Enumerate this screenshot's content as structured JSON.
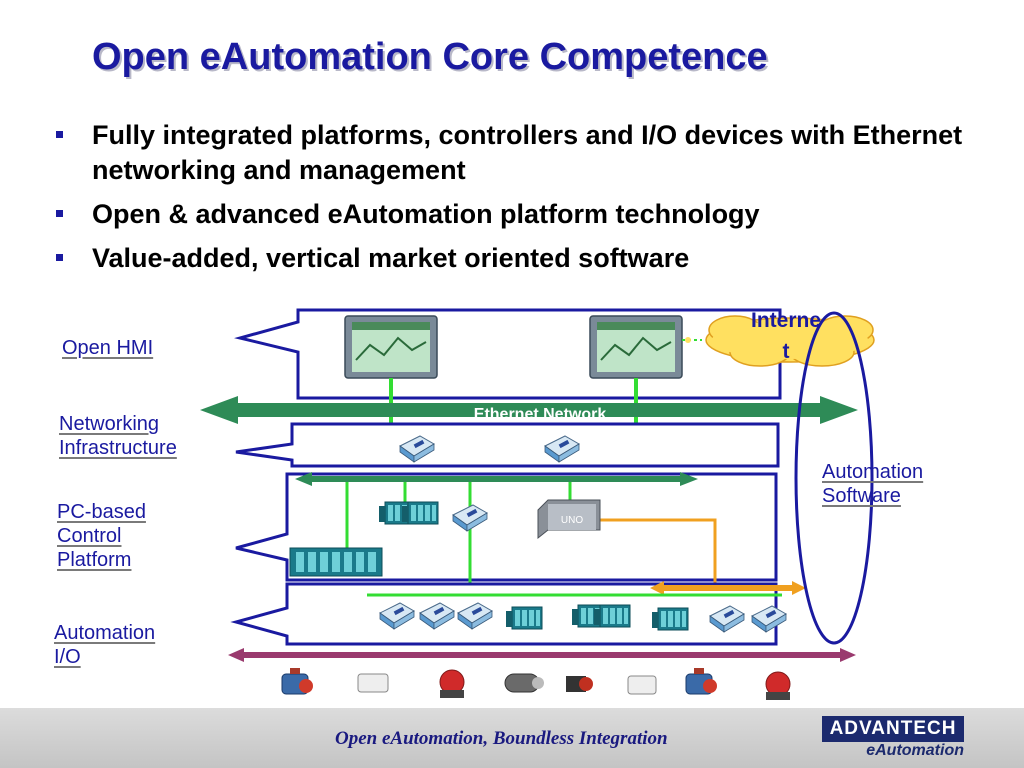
{
  "slide": {
    "title": "Open eAutomation Core Competence",
    "bullets": [
      "Fully integrated platforms, controllers and I/O devices with Ethernet networking and management",
      "Open & advanced eAutomation platform technology",
      "Value-added, vertical market oriented software"
    ]
  },
  "diagram": {
    "layers": {
      "hmi": "Open HMI",
      "networking": [
        "Networking",
        "Infrastructure"
      ],
      "pc_control": [
        "PC-based",
        "Control",
        "Platform"
      ],
      "io": [
        "Automation",
        "I/O"
      ]
    },
    "internet": [
      "Interne",
      "t"
    ],
    "ethernet": "Ethernet Network",
    "software": [
      "Automation",
      "Software"
    ],
    "controller_label": "UNO",
    "colors": {
      "frame": "#1a1aa0",
      "ethernet_bus": "#2e8b57",
      "io_bus": "#9a3a6e",
      "wire": "#33dd33",
      "orange_link": "#f0a020",
      "cloud": "#ffe060",
      "software_ellipse": "#1a1aa0"
    }
  },
  "footer": {
    "tagline": "Open eAutomation, Boundless Integration",
    "logo_brand": "ADVANTECH",
    "logo_sub": "eAutomation"
  }
}
